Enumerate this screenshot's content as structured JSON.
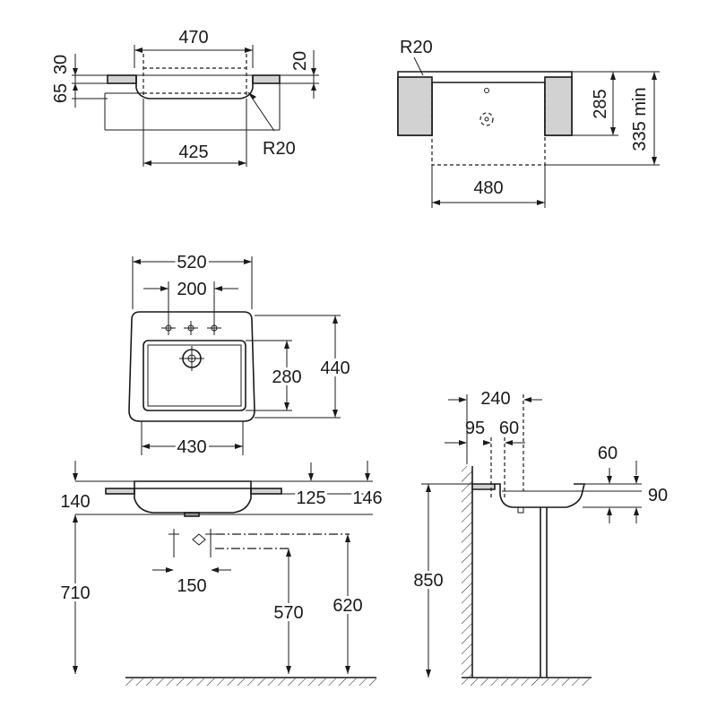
{
  "dimensions": {
    "top_left": {
      "width_top": "470",
      "width_bottom": "425",
      "height_30": "30",
      "height_65": "65",
      "height_20": "20",
      "radius": "R20"
    },
    "top_right": {
      "radius": "R20",
      "depth_285": "285",
      "depth_335": "335 min",
      "width_480": "480"
    },
    "plan": {
      "width_520": "520",
      "holes_200": "200",
      "basin_280": "280",
      "depth_440": "440",
      "basin_430": "430"
    },
    "front": {
      "h_140": "140",
      "h_125": "125",
      "h_146": "146",
      "spacing_150": "150",
      "h_710": "710",
      "h_570": "570",
      "h_620": "620"
    },
    "side": {
      "d_240": "240",
      "d_95": "95",
      "d_60_top": "60",
      "d_60_right": "60",
      "h_90": "90",
      "h_850": "850"
    }
  }
}
